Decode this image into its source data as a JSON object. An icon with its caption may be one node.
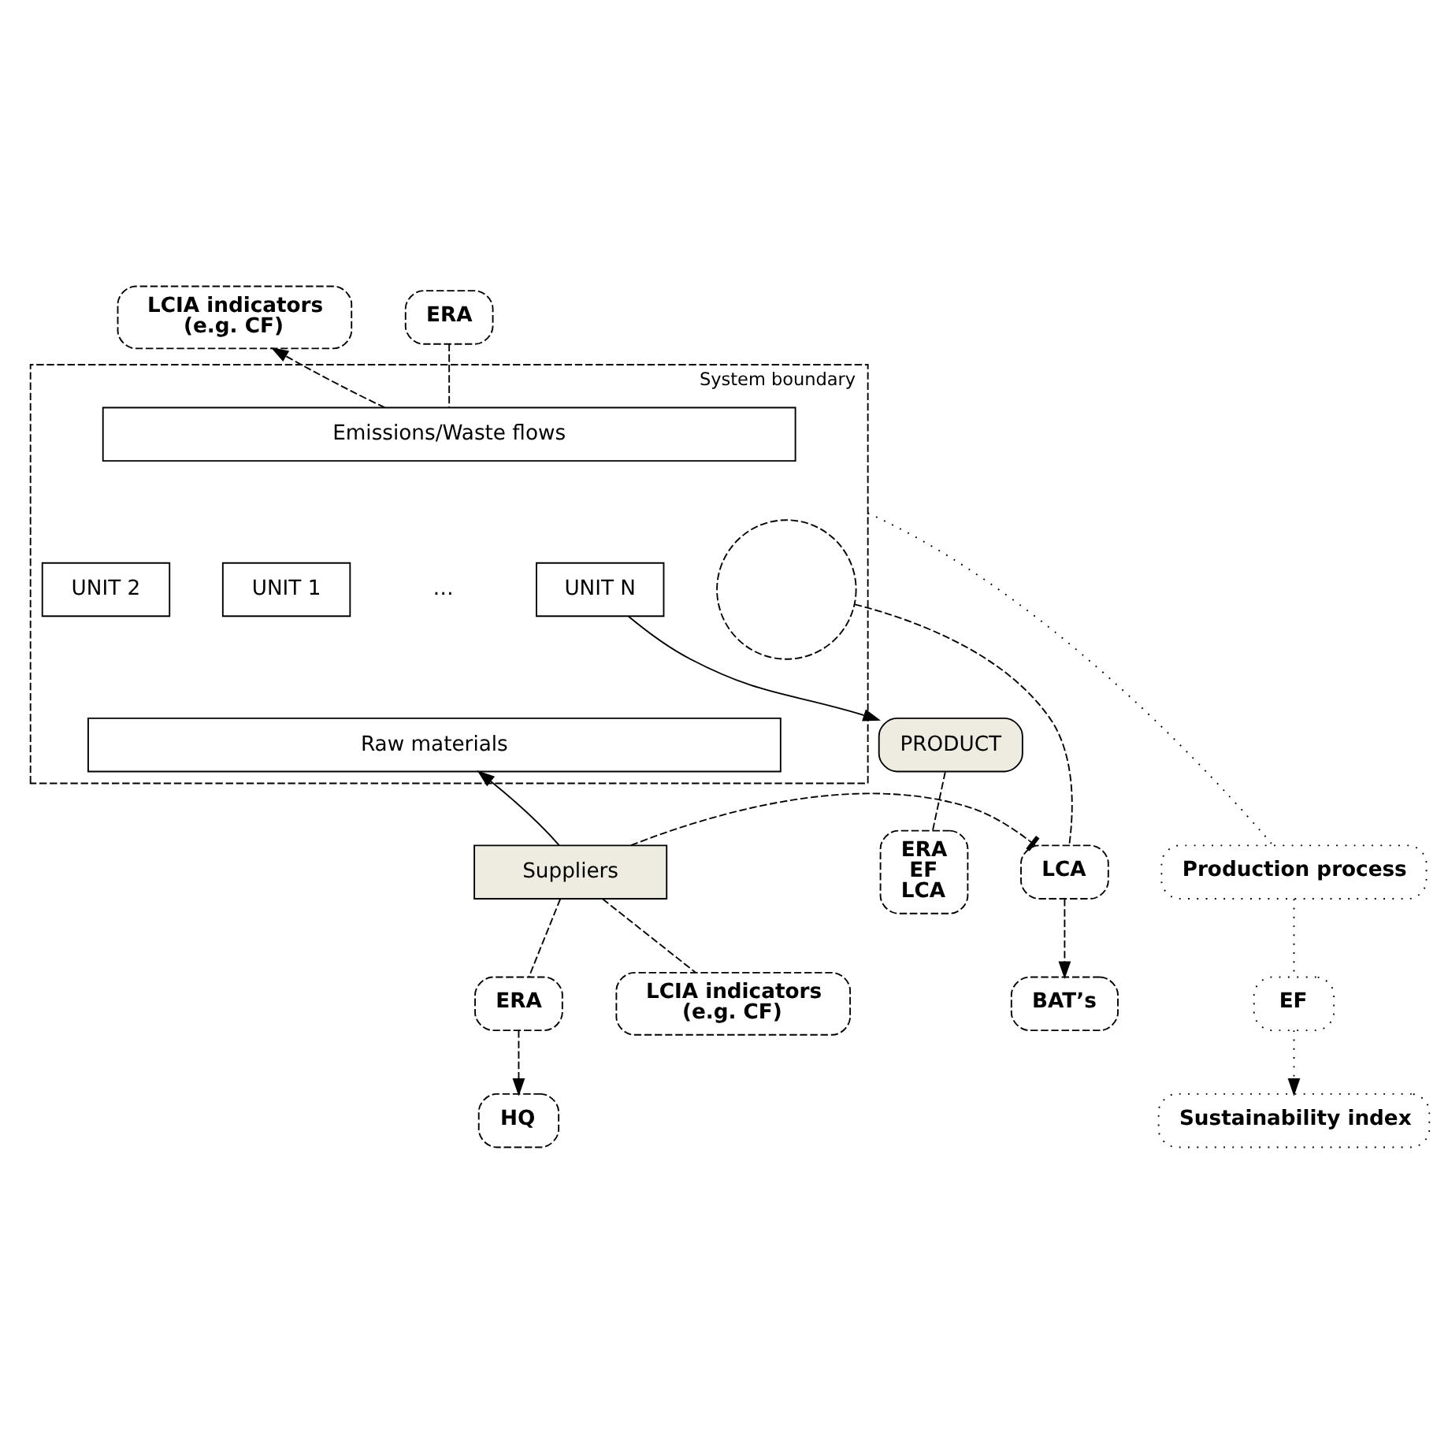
{
  "diagram": {
    "nodes": [
      {
        "text": [
          "LCIA indicators (e.g. CF)"
        ]
      },
      {
        "text": [
          "ERA"
        ]
      },
      {
        "text": [
          "System boundary"
        ]
      },
      {
        "text": [
          "Emissions/Waste flows"
        ],
        "in": 2
      },
      {
        "text": [],
        "shape": "circle",
        "in": 2
      },
      {
        "text": [
          "UNIT 1"
        ],
        "in": 2
      },
      {
        "text": [
          "UNIT 2"
        ],
        "in": 2
      },
      {
        "text": [
          "UNIT N"
        ],
        "in": 2
      },
      {
        "text": [
          "Raw materials"
        ],
        "in": 2
      },
      {
        "text": [
          "PRODUCT"
        ]
      },
      {
        "text": [
          "ERA EF LCA"
        ]
      },
      {
        "text": [
          "LCA"
        ]
      },
      {
        "text": [
          "BAT’s"
        ]
      },
      {
        "text": [
          "Suppliers"
        ]
      },
      {
        "text": [
          "ERA"
        ]
      },
      {
        "text": [
          "HQ"
        ]
      },
      {
        "text": [
          "Production process"
        ]
      },
      {
        "text": [
          "EF"
        ]
      },
      {
        "text": [
          "Sustainability index"
        ]
      },
      {
        "text": [
          "LCIA indicators (e.g. CF)"
        ]
      }
    ],
    "edges": [
      {
        "from": 3,
        "to": 0,
        "arrow": "to",
        "style": "dashed"
      },
      {
        "from": 1,
        "to": 3,
        "arrow": "none",
        "style": "dashed"
      },
      {
        "from": 7,
        "to": 9,
        "arrow": "to"
      },
      {
        "from": 9,
        "to": 10,
        "arrow": "none",
        "style": "dashed"
      },
      {
        "from": 4,
        "to": 11,
        "arrow": "none",
        "style": "dashed"
      },
      {
        "from": 11,
        "to": 12,
        "arrow": "to",
        "style": "dashed"
      },
      {
        "from": 13,
        "to": 11,
        "arrow": "other",
        "style": "dashed"
      },
      {
        "from": 13,
        "to": 19,
        "arrow": "none",
        "style": "dashed"
      },
      {
        "from": 13,
        "to": 8,
        "arrow": "to"
      },
      {
        "from": 13,
        "to": 14,
        "arrow": "none",
        "style": "dashed"
      },
      {
        "from": 14,
        "to": 15,
        "arrow": "to",
        "style": "dashed"
      },
      {
        "from": 2,
        "to": 16,
        "arrow": "none",
        "style": "dashed"
      },
      {
        "from": 16,
        "to": 17,
        "arrow": "none",
        "style": "dashed"
      },
      {
        "from": 17,
        "to": 18,
        "arrow": "to",
        "style": "dashed"
      }
    ],
    "labels": [
      "…"
    ]
  }
}
